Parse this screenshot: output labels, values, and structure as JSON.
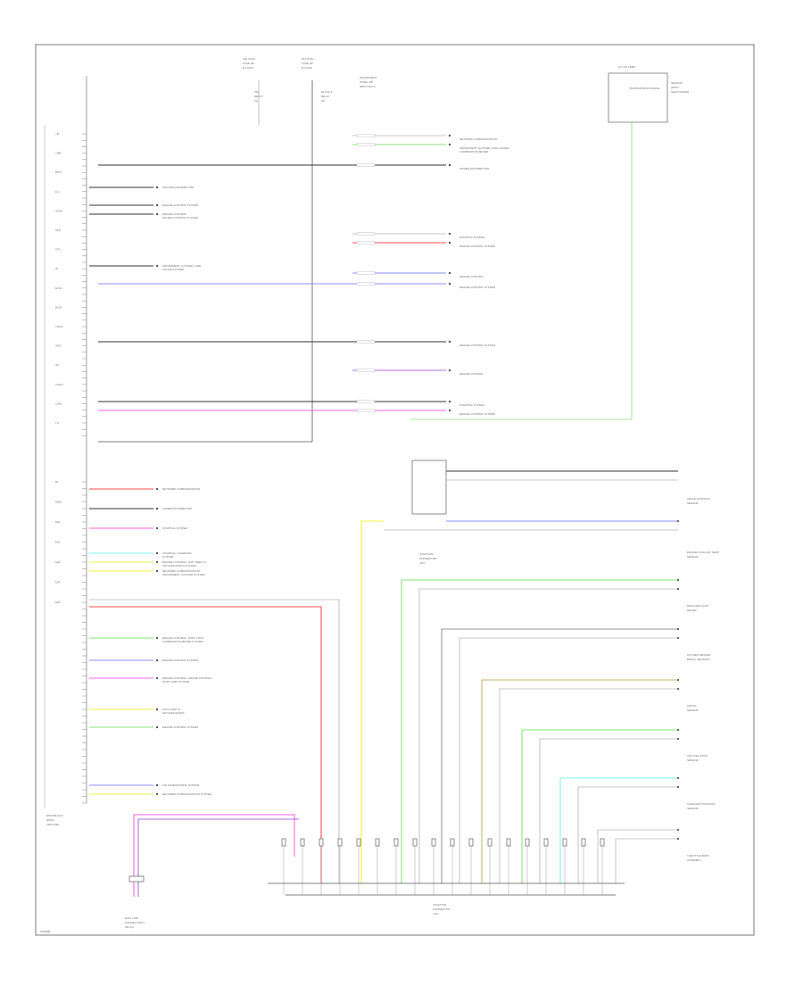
{
  "diagram": {
    "caption_code": "W06588",
    "ecu_label": [
      "ENGINE ECU",
      "(ECM)",
      "(4ZR-FAE)"
    ],
    "top_fuses": [
      {
        "id": "fuse-a",
        "label": [
          "IGN (5.5A)",
          "FUSE (R/",
          "B LOCK)"
        ]
      },
      {
        "id": "fuse-b",
        "label": [
          "EFI (5.5A)",
          "FUSE (R/",
          "B LOCK)"
        ]
      }
    ],
    "top_relays": [
      {
        "id": "relay-a",
        "label": [
          "IGN",
          "RELAY",
          "(S)"
        ]
      },
      {
        "id": "relay-b",
        "label": [
          "EFI NO.1",
          "RELAY",
          "(S)"
        ]
      }
    ],
    "right_top_box": {
      "title": "A/T OIL TEMP",
      "inner": "TRANSMISSION RANGE",
      "side": [
        "SENSOR",
        "(WITH",
        "SHIFT RANGE"
      ]
    },
    "right_top_label": [
      "INSTRUMENT",
      "PANEL J/B",
      "(BODY ECU)"
    ],
    "joint_top_label": [
      "JUNCTION",
      "CONNECTOR",
      "(J/C)"
    ],
    "joint_bottom_label": [
      "JUNCTION",
      "CONNECTOR",
      "(J/C)"
    ],
    "bottom_connector_label": [
      "DATA LINK",
      "CONNECTOR 3",
      "(DLC3)"
    ],
    "ecu_pins": [
      "+B",
      "+BM",
      "BATT",
      "FC",
      "IGSW",
      "STP",
      "ST1-",
      "W",
      "ELS1",
      "ELS2",
      "TACH",
      "SPD",
      "VC",
      "CANH",
      "CANL",
      "TC",
      "E1",
      "ME01",
      "E01",
      "E02",
      "E03",
      "E04",
      "E05"
    ],
    "left_targets": [
      {
        "id": "t1",
        "text": "GROUND DISTRIBUTION",
        "sub": ""
      },
      {
        "id": "t2",
        "text": "ENGINE CONTROL SYSTEM",
        "sub": ""
      },
      {
        "id": "t3",
        "text": "ENGINE CONTROL",
        "sub": "CRUISE CONTROL SYSTEM"
      },
      {
        "id": "t4",
        "text": "INSTRUMENT CLUSTER, FUEL",
        "sub": "GAUGE SYSTEM"
      },
      {
        "id": "t5",
        "text": "NETWORK COMMUNICATION",
        "sub": ""
      },
      {
        "id": "t6",
        "text": "POWER DISTRIBUTION",
        "sub": ""
      },
      {
        "id": "t7",
        "text": "STARTING SYSTEM",
        "sub": ""
      },
      {
        "id": "t8",
        "text": "STARTING, CHARGING",
        "sub": "SYSTEM"
      },
      {
        "id": "t9",
        "text": "ENGINE CONTROL, ANTI-THEFT &",
        "sub": "KEYLESS ENTRY SYSTEM"
      },
      {
        "id": "t10",
        "text": "NETWORK COMMUNICATION",
        "sub": "INSTRUMENT CLUSTER SYSTEM"
      },
      {
        "id": "t11",
        "text": "ENGINE CONTROL, SHIFT LOCK",
        "sub": "COMBINATION METER SYSTEM"
      },
      {
        "id": "t12",
        "text": "ENGINE CONTROL SYSTEM",
        "sub": ""
      },
      {
        "id": "t13",
        "text": "ENGINE CONTROL, CRUISE CONTROL",
        "sub": "STOP LAMP SYSTEM"
      },
      {
        "id": "t14",
        "text": "ANTI-THEFT &",
        "sub": "KEYLESS ENTRY"
      },
      {
        "id": "t15",
        "text": "ENGINE CONTROL SYSTEM",
        "sub": ""
      },
      {
        "id": "t16",
        "text": "AIR CONDITIONING SYSTEM",
        "sub": ""
      },
      {
        "id": "t17",
        "text": "NETWORK COMMUNICATION SYSTEM",
        "sub": ""
      }
    ],
    "right_targets": [
      {
        "id": "r1",
        "text": "NETWORK COMMUNICATION",
        "sub": ""
      },
      {
        "id": "r2",
        "text": "INSTRUMENT CLUSTER, FUEL GAUGE",
        "sub": "COMBINATION METER"
      },
      {
        "id": "r3",
        "text": "POWER DISTRIBUTION",
        "sub": ""
      },
      {
        "id": "r4",
        "text": "STARTING SYSTEM",
        "sub": ""
      },
      {
        "id": "r5",
        "text": "ENGINE CONTROL SYSTEM",
        "sub": ""
      },
      {
        "id": "r6",
        "text": "ENGINE CONTROL",
        "sub": ""
      },
      {
        "id": "r7",
        "text": "ENGINE CONTROL SYSTEM",
        "sub": ""
      },
      {
        "id": "r8",
        "text": "ENGINE CONTROL SYSTEM",
        "sub": ""
      },
      {
        "id": "r9",
        "text": "ENGINE CONTROL",
        "sub": ""
      },
      {
        "id": "r10",
        "text": "STARTING SYSTEM",
        "sub": ""
      },
      {
        "id": "r11",
        "text": "ENGINE CONTROL SYSTEM",
        "sub": ""
      }
    ],
    "right_sensors": [
      {
        "id": "s1",
        "text": [
          "CRANK POSITION",
          "SENSOR"
        ]
      },
      {
        "id": "s2",
        "text": [
          "ENGINE COOLANT TEMP",
          "SENSOR"
        ]
      },
      {
        "id": "s3",
        "text": [
          "MASS AIR FLOW",
          "METER"
        ]
      },
      {
        "id": "s4",
        "text": [
          "OXYGEN SENSOR",
          "BANK 1 SENSOR 1"
        ]
      },
      {
        "id": "s5",
        "text": [
          "KNOCK",
          "SENSOR"
        ]
      },
      {
        "id": "s6",
        "text": [
          "AIR FUEL RATIO",
          "SENSOR"
        ]
      },
      {
        "id": "s7",
        "text": [
          "CAMSHAFT POSITION",
          "SENSOR"
        ]
      },
      {
        "id": "s8",
        "text": [
          "THROTTLE BODY",
          "ASSEMBLY"
        ]
      }
    ],
    "colors": {
      "black": "#333333",
      "red": "#ff4d4d",
      "green": "#8be07a",
      "blue": "#8c8cff",
      "violet": "#b070e0",
      "pink": "#ff66e0",
      "yellow": "#f2ef3c",
      "light_green": "#7ef07e",
      "sky": "#80f0f0",
      "tan": "#c8b46a",
      "gray": "#9a9a9a",
      "light_gray": "#c8c8c8"
    }
  }
}
